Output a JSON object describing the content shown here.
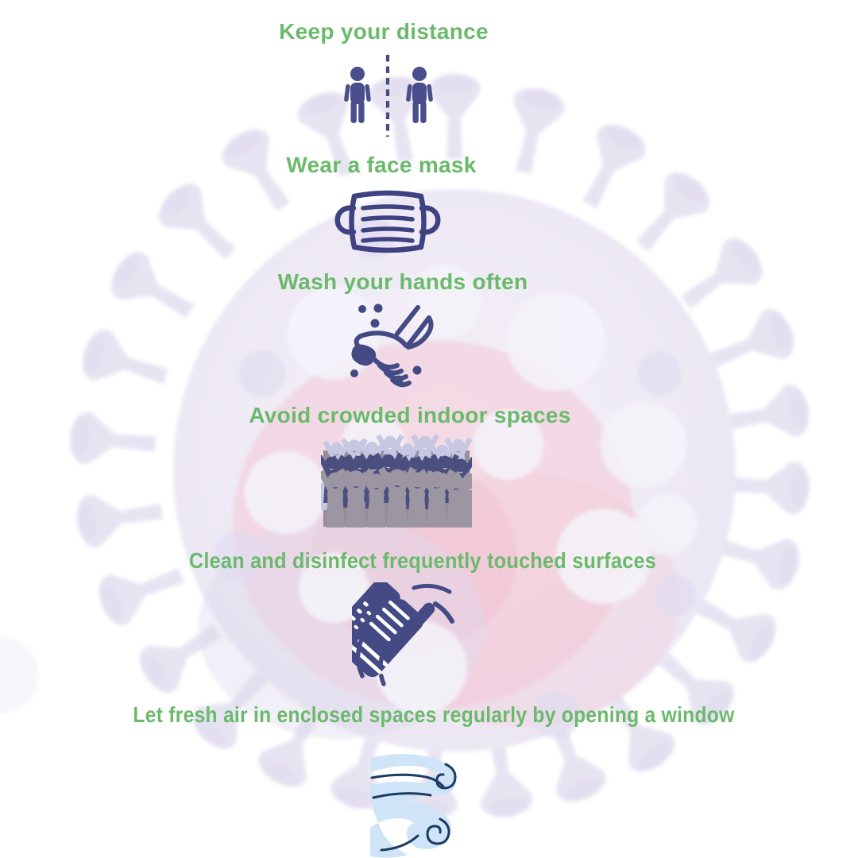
{
  "poster": {
    "background_color": "#ffffff",
    "heading_color": "#6bb96b",
    "icon_color": "#444a84",
    "wind_fill_color": "#cfe4f6",
    "wind_line_color": "#1d3a63",
    "crowd_colors": {
      "back_row": "#c6c7e1",
      "middle_row": "#4b4f80",
      "front_row": "#9b96a1",
      "backdrop": "#938e9a"
    },
    "virus_colors": {
      "body": "#ece8f4",
      "spike": "#e6e2f1",
      "glow": "#f3bfce"
    }
  },
  "sections": [
    {
      "title": "Keep your distance",
      "icon": "social-distance-icon"
    },
    {
      "title": "Wear a face mask",
      "icon": "face-mask-icon"
    },
    {
      "title": "Wash your hands often",
      "icon": "hand-washing-icon"
    },
    {
      "title": "Avoid crowded indoor spaces",
      "icon": "crowded-room-icon"
    },
    {
      "title": "Clean and disinfect frequently touched surfaces",
      "icon": "surface-wiping-icon"
    },
    {
      "title": "Let fresh air in enclosed spaces regularly by opening a window",
      "icon": "fresh-air-icon"
    }
  ]
}
